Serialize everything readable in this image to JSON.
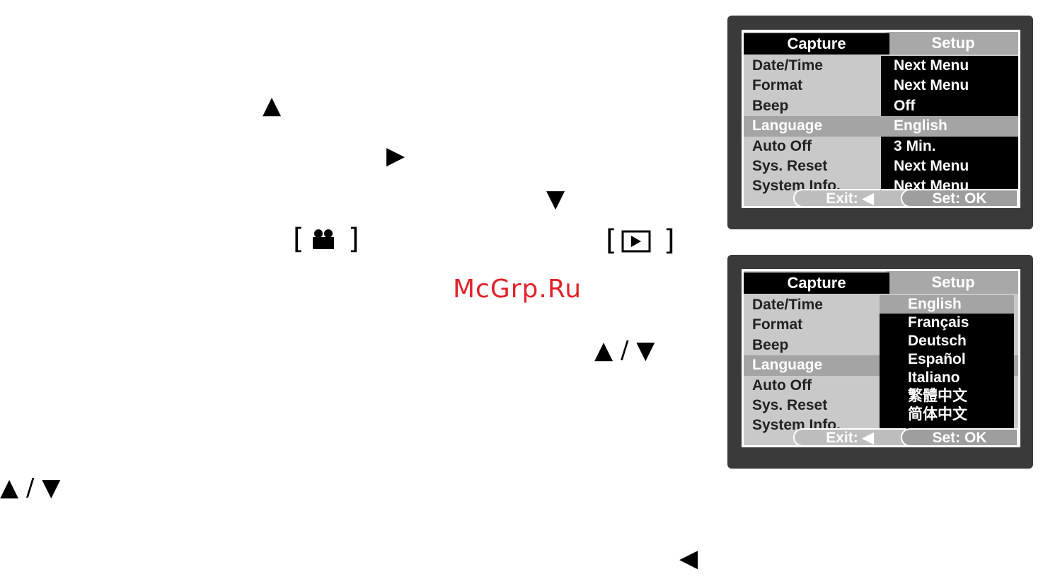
{
  "watermark": "McGrp.Ru",
  "symbols": {
    "up": "▲",
    "right": "▶",
    "down": "▼",
    "left": "◀",
    "up_down_1": "▲ / ▼",
    "up_down_2": "▲ / ▼",
    "bracket_open": "[",
    "bracket_close": "]",
    "movie_icon": "movie-camera-icon",
    "play_icon": "playback-icon"
  },
  "screen1": {
    "tabs": {
      "capture": "Capture",
      "setup": "Setup"
    },
    "rows": [
      {
        "label": "Date/Time",
        "value": "Next Menu"
      },
      {
        "label": "Format",
        "value": "Next Menu"
      },
      {
        "label": "Beep",
        "value": "Off"
      },
      {
        "label": "Language",
        "value": "English",
        "selected": true
      },
      {
        "label": "Auto Off",
        "value": "3 Min."
      },
      {
        "label": "Sys. Reset",
        "value": "Next Menu"
      },
      {
        "label": "System Info.",
        "value": "Next Menu"
      }
    ],
    "footer": {
      "exit": "Exit: ◀",
      "set": "Set: OK"
    }
  },
  "screen2": {
    "tabs": {
      "capture": "Capture",
      "setup": "Setup"
    },
    "rows": [
      {
        "label": "Date/Time"
      },
      {
        "label": "Format"
      },
      {
        "label": "Beep"
      },
      {
        "label": "Language",
        "selected": true
      },
      {
        "label": "Auto Off"
      },
      {
        "label": "Sys. Reset"
      },
      {
        "label": "System Info."
      }
    ],
    "languages": [
      "English",
      "Français",
      "Deutsch",
      "Español",
      "Italiano",
      "繁體中文",
      "简体中文"
    ],
    "selected_language": "English",
    "footer": {
      "exit": "Exit: ◀",
      "set": "Set: OK"
    }
  }
}
